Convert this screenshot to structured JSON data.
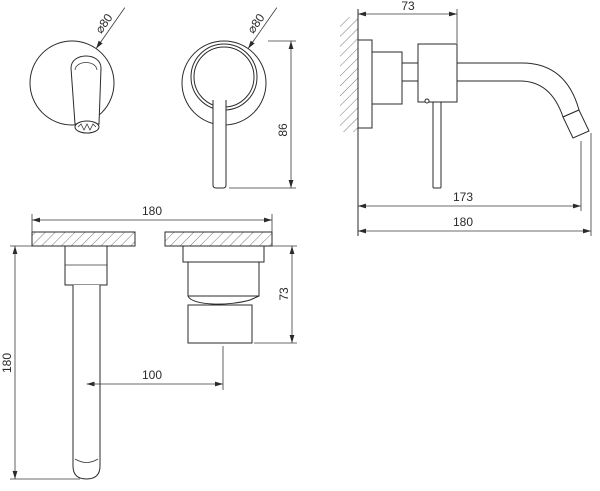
{
  "drawing": {
    "front_spout_view": {
      "diameter": "⌀80"
    },
    "front_handle_view": {
      "diameter": "⌀80",
      "height": "86"
    },
    "side_view": {
      "handle_depth": "73",
      "outlet_reach": "173",
      "overall_reach": "180"
    },
    "plan_view": {
      "overall_width": "180",
      "handle_depth": "73",
      "center_distance": "100",
      "spout_projection": "180"
    }
  }
}
